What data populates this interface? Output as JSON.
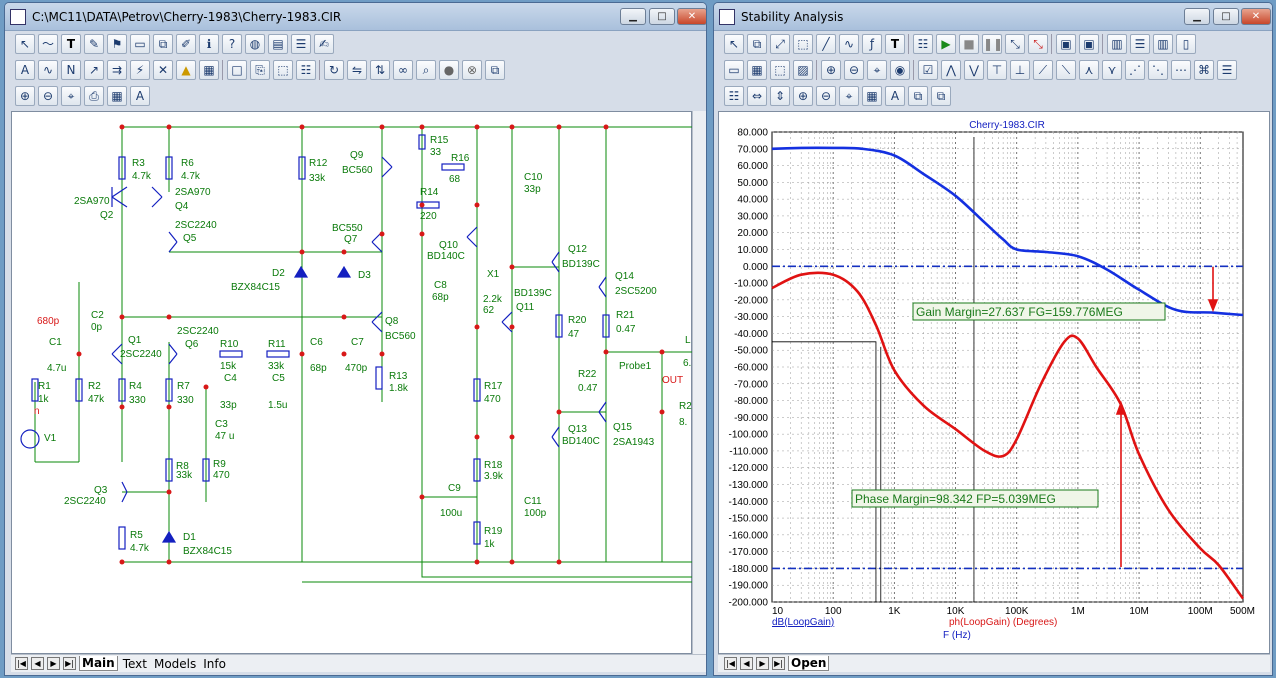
{
  "left": {
    "title": "C:\\MC11\\DATA\\Petrov\\Cherry-1983\\Cherry-1983.CIR",
    "tabs": [
      "Main",
      "Text",
      "Models",
      "Info"
    ],
    "labels": [
      [
        "R3",
        130,
        164
      ],
      [
        "4.7k",
        130,
        177
      ],
      [
        "R6",
        179,
        164
      ],
      [
        "4.7k",
        179,
        177
      ],
      [
        "2SA970",
        72,
        202
      ],
      [
        "Q2",
        98,
        216
      ],
      [
        "2SA970",
        173,
        193
      ],
      [
        "Q4",
        173,
        207
      ],
      [
        "2SC2240",
        173,
        226
      ],
      [
        "Q5",
        181,
        239
      ],
      [
        "R12",
        307,
        164
      ],
      [
        "33k",
        307,
        179
      ],
      [
        "Q9",
        348,
        156
      ],
      [
        "BC560",
        340,
        171
      ],
      [
        "R15",
        428,
        141
      ],
      [
        "33",
        428,
        153
      ],
      [
        "R16",
        449,
        159
      ],
      [
        "68",
        447,
        180
      ],
      [
        "R14",
        418,
        193
      ],
      [
        "220",
        418,
        217
      ],
      [
        "BC550",
        330,
        229
      ],
      [
        "Q7",
        342,
        240
      ],
      [
        "Q10",
        437,
        246
      ],
      [
        "BD140C",
        425,
        257
      ],
      [
        "D2",
        270,
        274
      ],
      [
        "BZX84C15",
        229,
        288
      ],
      [
        "D3",
        356,
        276
      ],
      [
        "X1",
        485,
        275
      ],
      [
        "2.2k",
        481,
        300
      ],
      [
        "62",
        481,
        311
      ],
      [
        "BD139C",
        512,
        294
      ],
      [
        "Q11",
        514,
        308
      ],
      [
        "C10",
        522,
        178
      ],
      [
        "33p",
        522,
        190
      ],
      [
        "Q12",
        566,
        250
      ],
      [
        "BD139C",
        560,
        265
      ],
      [
        "Q14",
        613,
        277
      ],
      [
        "2SC5200",
        613,
        292
      ],
      [
        "C8",
        432,
        286
      ],
      [
        "68p",
        430,
        298
      ],
      [
        "R20",
        566,
        321
      ],
      [
        "47",
        566,
        335
      ],
      [
        "R21",
        614,
        316
      ],
      [
        "0.47",
        614,
        330
      ],
      [
        "R22",
        576,
        375
      ],
      [
        "0.47",
        576,
        389
      ],
      [
        "Probe1",
        617,
        367
      ],
      [
        "OUT",
        660,
        381
      ],
      [
        "680p",
        35,
        322
      ],
      [
        "C2",
        89,
        316
      ],
      [
        "0p",
        89,
        328
      ],
      [
        "C1",
        47,
        343
      ],
      [
        "4.7u",
        45,
        369
      ],
      [
        "R1",
        36,
        387
      ],
      [
        "1k",
        36,
        400
      ],
      [
        "R2",
        86,
        387
      ],
      [
        "47k",
        86,
        400
      ],
      [
        "Q1",
        126,
        341
      ],
      [
        "2SC2240",
        118,
        355
      ],
      [
        "R4",
        127,
        387
      ],
      [
        "330",
        127,
        401
      ],
      [
        "Q6",
        183,
        345
      ],
      [
        "2SC2240",
        175,
        332
      ],
      [
        "R7",
        175,
        387
      ],
      [
        "330",
        175,
        401
      ],
      [
        "Q8",
        383,
        322
      ],
      [
        "BC560",
        383,
        337
      ],
      [
        "R10",
        218,
        345
      ],
      [
        "15k",
        218,
        367
      ],
      [
        "R11",
        266,
        345
      ],
      [
        "33k",
        266,
        367
      ],
      [
        "C6",
        308,
        343
      ],
      [
        "68p",
        308,
        369
      ],
      [
        "C7",
        349,
        343
      ],
      [
        "470p",
        343,
        369
      ],
      [
        "R13",
        387,
        377
      ],
      [
        "1.8k",
        387,
        389
      ],
      [
        "C4",
        222,
        379
      ],
      [
        "33p",
        218,
        406
      ],
      [
        "C5",
        270,
        379
      ],
      [
        "1.5u",
        266,
        406
      ],
      [
        "C3",
        213,
        425
      ],
      [
        "47 u",
        213,
        437
      ],
      [
        "V1",
        42,
        439
      ],
      [
        "R8",
        174,
        467
      ],
      [
        "33k",
        174,
        476
      ],
      [
        "R9",
        211,
        465
      ],
      [
        "470",
        211,
        476
      ],
      [
        "R17",
        482,
        387
      ],
      [
        "470",
        482,
        400
      ],
      [
        "Q13",
        566,
        430
      ],
      [
        "BD140C",
        560,
        442
      ],
      [
        "Q15",
        611,
        428
      ],
      [
        "2SA1943",
        611,
        443
      ],
      [
        "R18",
        482,
        466
      ],
      [
        "3.9k",
        482,
        477
      ],
      [
        "C9",
        446,
        489
      ],
      [
        "100u",
        438,
        514
      ],
      [
        "C11",
        522,
        502
      ],
      [
        "100p",
        522,
        514
      ],
      [
        "Q3",
        92,
        491
      ],
      [
        "2SC2240",
        62,
        502
      ],
      [
        "R5",
        128,
        536
      ],
      [
        "4.7k",
        128,
        549
      ],
      [
        "D1",
        181,
        538
      ],
      [
        "BZX84C15",
        181,
        552
      ],
      [
        "R19",
        482,
        532
      ],
      [
        "1k",
        482,
        545
      ],
      [
        "R2",
        677,
        407
      ],
      [
        "8.",
        677,
        423
      ],
      [
        "L",
        683,
        341
      ],
      [
        "6.",
        681,
        364
      ]
    ],
    "red_labels": [
      [
        "680p",
        35,
        322
      ],
      [
        "n",
        32,
        412
      ],
      [
        "OUT",
        660,
        381
      ]
    ]
  },
  "right": {
    "title": "Stability Analysis",
    "tabs": [
      "Open"
    ],
    "gain_margin_text": "Gain Margin=27.637 FG=159.776MEG",
    "phase_margin_text": "Phase Margin=98.342 FP=5.039MEG",
    "legend_db": "dB(LoopGain)",
    "legend_ph": "ph(LoopGain) (Degrees)",
    "xlabel": "F (Hz)"
  },
  "chart_data": {
    "type": "line",
    "title": "Cherry-1983.CIR",
    "xlabel": "F (Hz)",
    "x_scale": "log",
    "x_range": [
      10,
      500000000
    ],
    "x_ticks": [
      "10",
      "100",
      "1K",
      "10K",
      "100K",
      "1M",
      "10M",
      "100M",
      "500M"
    ],
    "y_range": [
      -200,
      80
    ],
    "y_ticks": [
      "80.000",
      "70.000",
      "60.000",
      "50.000",
      "40.000",
      "30.000",
      "20.000",
      "10.000",
      "0.000",
      "-10.000",
      "-20.000",
      "-30.000",
      "-40.000",
      "-50.000",
      "-60.000",
      "-70.000",
      "-80.000",
      "-90.000",
      "-100.000",
      "-110.000",
      "-120.000",
      "-130.000",
      "-140.000",
      "-150.000",
      "-160.000",
      "-170.000",
      "-180.000",
      "-190.000",
      "-200.000"
    ],
    "grid": true,
    "series": [
      {
        "name": "dB(LoopGain)",
        "color": "#1430e0",
        "points": [
          [
            10,
            70
          ],
          [
            30,
            70.5
          ],
          [
            100,
            70.5
          ],
          [
            300,
            70
          ],
          [
            1000,
            66
          ],
          [
            3000,
            55
          ],
          [
            10000,
            42
          ],
          [
            30000,
            26
          ],
          [
            60000,
            16
          ],
          [
            100000,
            10
          ],
          [
            300000,
            8.5
          ],
          [
            1000000,
            6
          ],
          [
            3000000,
            -2
          ],
          [
            10000000,
            -14
          ],
          [
            40000000,
            -26
          ],
          [
            160000000,
            -27.6
          ],
          [
            500000000,
            -29
          ]
        ]
      },
      {
        "name": "ph(LoopGain) (Degrees)",
        "color": "#e01212",
        "points": [
          [
            10,
            -13
          ],
          [
            30,
            -5
          ],
          [
            100,
            -5
          ],
          [
            250,
            -15
          ],
          [
            500,
            -35
          ],
          [
            1000,
            -62
          ],
          [
            3000,
            -83
          ],
          [
            10000,
            -97
          ],
          [
            30000,
            -110
          ],
          [
            60000,
            -113
          ],
          [
            100000,
            -103
          ],
          [
            250000,
            -70
          ],
          [
            600000,
            -45
          ],
          [
            1000000,
            -43
          ],
          [
            2000000,
            -60
          ],
          [
            5000000,
            -82
          ],
          [
            10000000,
            -112
          ],
          [
            30000000,
            -145
          ],
          [
            100000000,
            -168
          ],
          [
            200000000,
            -178
          ],
          [
            500000000,
            -198
          ]
        ]
      }
    ]
  }
}
